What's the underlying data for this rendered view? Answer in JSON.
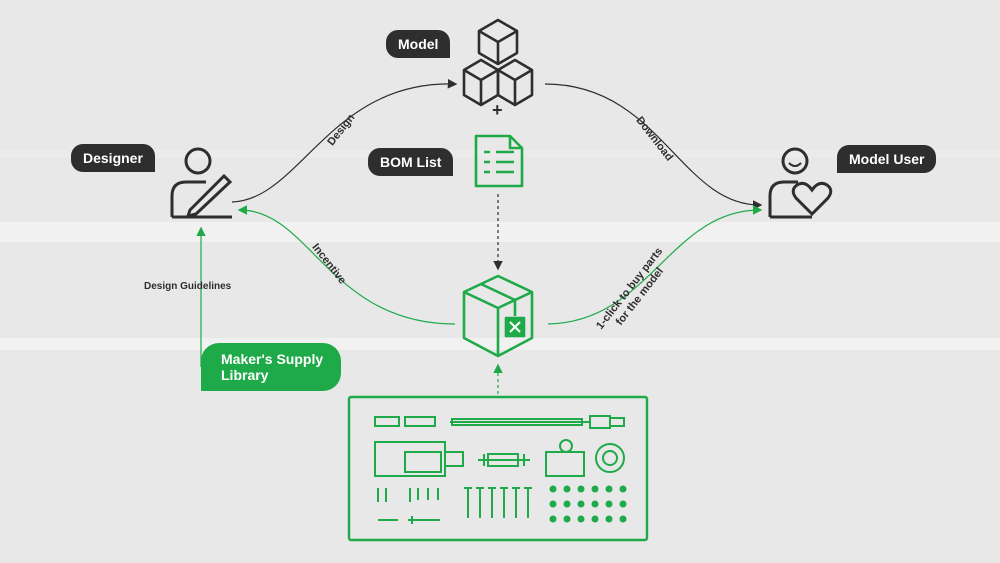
{
  "tags": {
    "model": "Model",
    "designer": "Designer",
    "bom_list": "BOM List",
    "model_user": "Model User"
  },
  "library": {
    "line1": "Maker's Supply",
    "line2": "Library"
  },
  "edge_labels": {
    "design": "Design",
    "download": "Download",
    "incentive": "Incentive",
    "design_guidelines": "Design Guidelines",
    "buy_line1": "1-click to buy parts",
    "buy_line2": "for the model"
  },
  "plus_sign": "+",
  "colors": {
    "dark": "#2e2e2e",
    "green": "#1faa4a",
    "background": "#e8e8e8"
  },
  "icons": [
    "user-pen-icon",
    "cubes-icon",
    "document-list-icon",
    "user-heart-icon",
    "parts-box-icon",
    "parts-tray-icon"
  ]
}
